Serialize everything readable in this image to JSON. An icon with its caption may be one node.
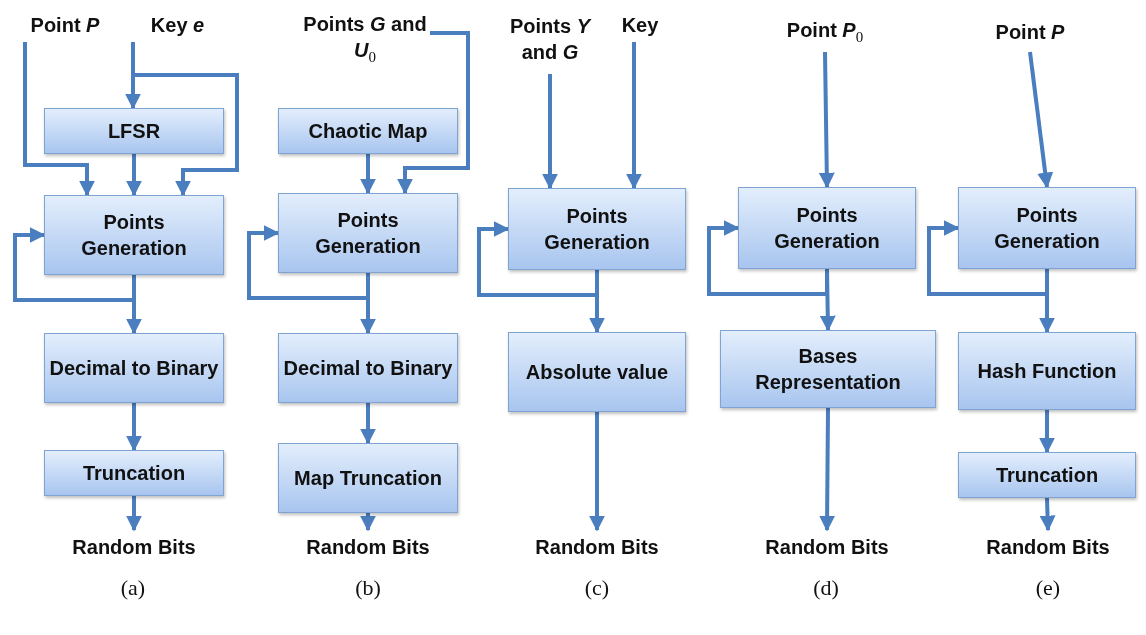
{
  "diagram": {
    "nodes": [
      {
        "text": [
          "Point *P*"
        ]
      },
      {
        "text": [
          "Key *e*"
        ]
      },
      {
        "text": [
          "LFSR"
        ]
      },
      {
        "text": [
          "Points Generation"
        ]
      },
      {
        "text": [
          "Decimal to Binary"
        ]
      },
      {
        "text": [
          "Truncation"
        ]
      },
      {
        "text": [
          "Random Bits"
        ]
      },
      {
        "text": [
          "Points *G* and *U*$_{0}$"
        ]
      },
      {
        "text": [
          "Chaotic Map"
        ]
      },
      {
        "text": [
          "Points Generation"
        ]
      },
      {
        "text": [
          "Decimal to Binary"
        ]
      },
      {
        "text": [
          "Map Truncation"
        ]
      },
      {
        "text": [
          "Random Bits"
        ]
      },
      {
        "text": [
          "Points *Y* and *G*"
        ]
      },
      {
        "text": [
          "Key"
        ]
      },
      {
        "text": [
          "Points Generation"
        ]
      },
      {
        "text": [
          "Absolute value"
        ]
      },
      {
        "text": [
          "Random Bits"
        ]
      },
      {
        "text": [
          "Point *P*$_{0}$"
        ]
      },
      {
        "text": [
          "Points Generation"
        ]
      },
      {
        "text": [
          "Bases Representation"
        ]
      },
      {
        "text": [
          "Random Bits"
        ]
      },
      {
        "text": [
          "Point *P*"
        ]
      },
      {
        "text": [
          "Points Generation"
        ]
      },
      {
        "text": [
          "Hash Function"
        ]
      },
      {
        "text": [
          "Truncation"
        ]
      },
      {
        "text": [
          "Random Bits"
        ]
      }
    ],
    "edges": [
      {
        "from": 0,
        "to": 3,
        "arrow": "to"
      },
      {
        "from": 1,
        "to": 2,
        "arrow": "to"
      },
      {
        "from": 1,
        "to": 3,
        "arrow": "to"
      },
      {
        "from": 2,
        "to": 3,
        "arrow": "to"
      },
      {
        "from": 3,
        "to": 3,
        "arrow": "to"
      },
      {
        "from": 3,
        "to": 4,
        "arrow": "to"
      },
      {
        "from": 4,
        "to": 5,
        "arrow": "to"
      },
      {
        "from": 5,
        "to": 6,
        "arrow": "to"
      },
      {
        "from": 7,
        "to": 9,
        "arrow": "to"
      },
      {
        "from": 8,
        "to": 9,
        "arrow": "to"
      },
      {
        "from": 9,
        "to": 9,
        "arrow": "to"
      },
      {
        "from": 9,
        "to": 10,
        "arrow": "to"
      },
      {
        "from": 10,
        "to": 11,
        "arrow": "to"
      },
      {
        "from": 11,
        "to": 12,
        "arrow": "to"
      },
      {
        "from": 13,
        "to": 15,
        "arrow": "to"
      },
      {
        "from": 14,
        "to": 15,
        "arrow": "to"
      },
      {
        "from": 15,
        "to": 15,
        "arrow": "to"
      },
      {
        "from": 15,
        "to": 16,
        "arrow": "to"
      },
      {
        "from": 16,
        "to": 17,
        "arrow": "to"
      },
      {
        "from": 18,
        "to": 19,
        "arrow": "to"
      },
      {
        "from": 19,
        "to": 19,
        "arrow": "to"
      },
      {
        "from": 19,
        "to": 20,
        "arrow": "to"
      },
      {
        "from": 20,
        "to": 21,
        "arrow": "to"
      },
      {
        "from": 22,
        "to": 23,
        "arrow": "to"
      },
      {
        "from": 23,
        "to": 23,
        "arrow": "to"
      },
      {
        "from": 23,
        "to": 24,
        "arrow": "to"
      },
      {
        "from": 24,
        "to": 25,
        "arrow": "to"
      },
      {
        "from": 25,
        "to": 26,
        "arrow": "to"
      }
    ],
    "labels": [
      "(a)",
      "(b)",
      "(c)",
      "(d)",
      "(e)"
    ]
  }
}
